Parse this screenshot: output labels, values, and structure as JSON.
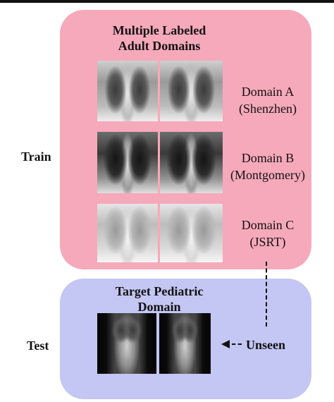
{
  "train_panel": {
    "heading_line1": "Multiple Labeled",
    "heading_line2": "Adult Domains",
    "side_label": "Train",
    "color": "#f6a9bb",
    "domains": [
      {
        "name": "Domain A",
        "source": "(Shenzhen)"
      },
      {
        "name": "Domain B",
        "source": "(Montgomery)"
      },
      {
        "name": "Domain C",
        "source": "(JSRT)"
      }
    ]
  },
  "test_panel": {
    "heading_line1": "Target Pediatric",
    "heading_line2": "Domain",
    "side_label": "Test",
    "color": "#c4c6f3",
    "arrow_label": "Unseen"
  }
}
